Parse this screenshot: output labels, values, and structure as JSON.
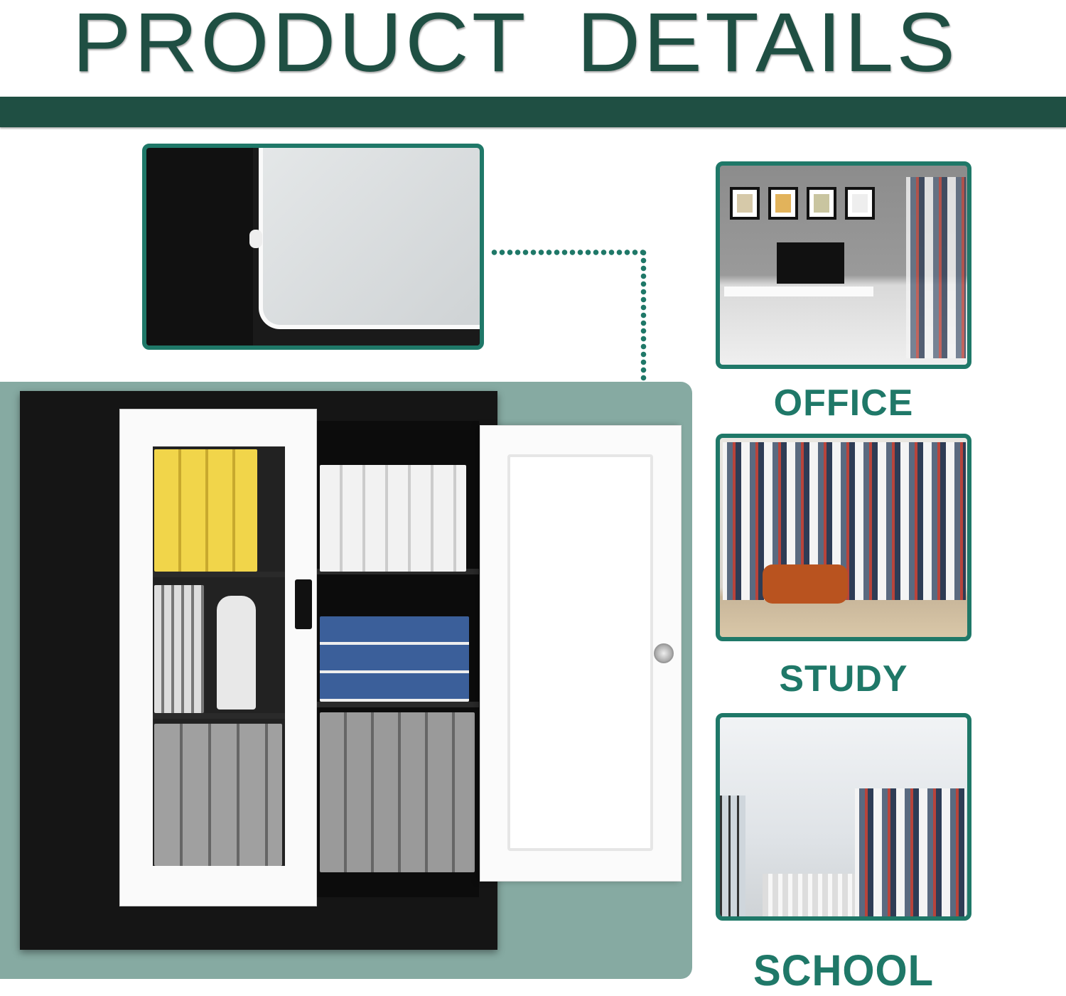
{
  "header": {
    "title": "PRODUCT  DETAILS"
  },
  "scenes": [
    {
      "label": "OFFICE",
      "icon": "office-photo"
    },
    {
      "label": "STUDY",
      "icon": "study-photo"
    },
    {
      "label": "SCHOOL",
      "icon": "school-photo"
    }
  ],
  "colors": {
    "title": "#1f4f43",
    "accent": "#1f7868",
    "panel": "#86aaa2",
    "cabinet": "#151515"
  }
}
